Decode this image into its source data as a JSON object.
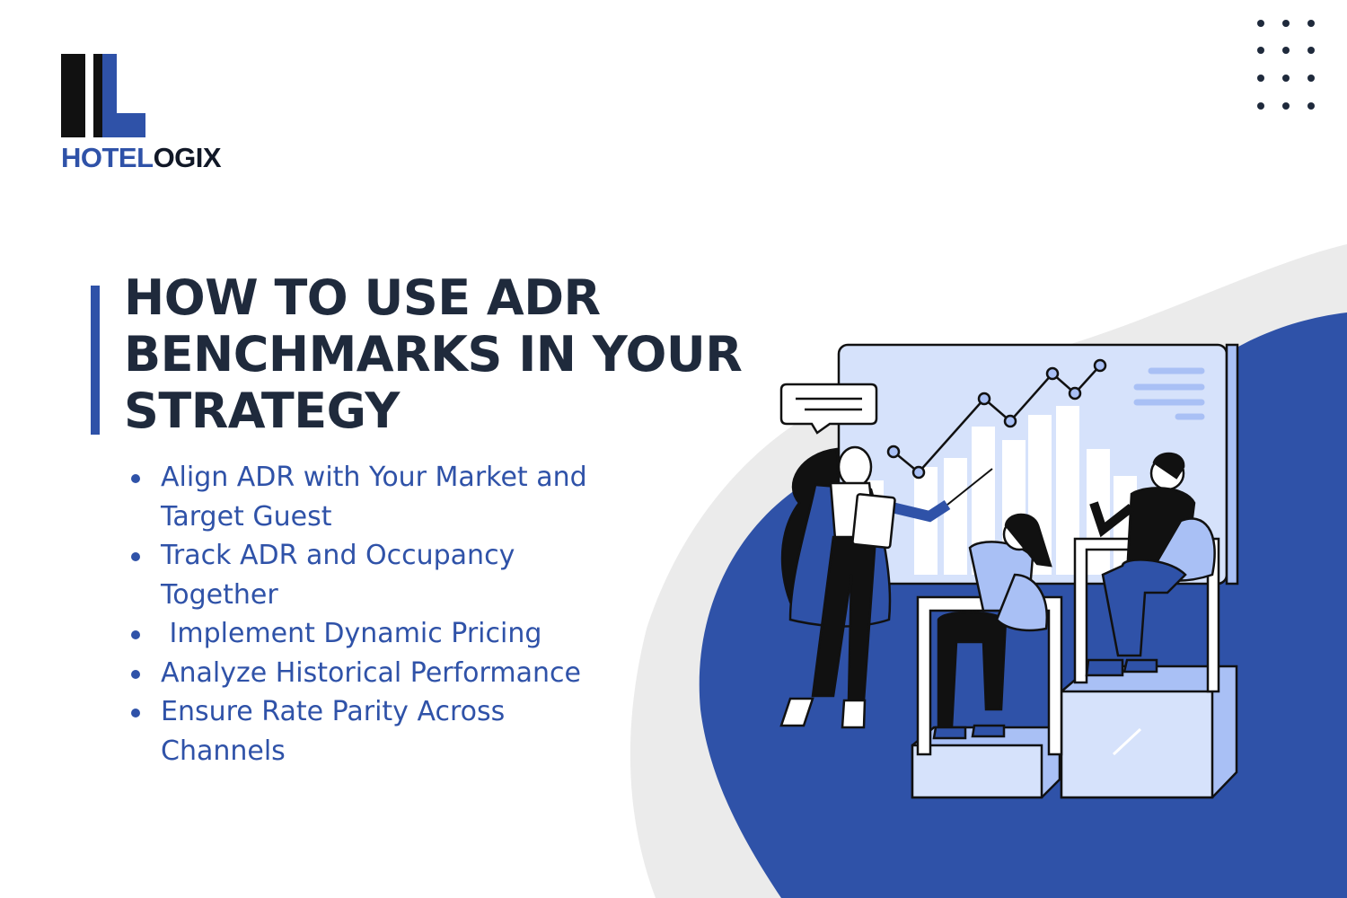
{
  "logo": {
    "text_part1": "HOTEL",
    "text_part2": "OGIX",
    "icon": "hotelogix-bars-logo"
  },
  "title": "HOW TO USE ADR BENCHMARKS IN YOUR STRATEGY",
  "bullets": [
    "Align ADR with Your Market and Target Guest",
    "Track ADR and Occupancy Together",
    " Implement Dynamic Pricing",
    "Analyze Historical Performance",
    "Ensure Rate Parity Across Channels"
  ],
  "colors": {
    "brand_blue": "#2f52a8",
    "title_dark": "#1f2a3c",
    "light_blue": "#a9c0f5",
    "pale_blue": "#d6e2fb",
    "grey_blob": "#ebebeb"
  },
  "decor": {
    "dots_icon": "dot-grid-icon",
    "illustration": "team-analytics-illustration"
  }
}
